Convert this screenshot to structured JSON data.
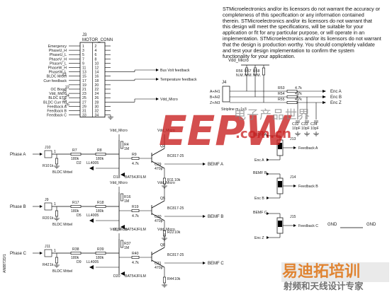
{
  "disclaimer": [
    "STMicroelectronics and/or its licensors do not warrant the accuracy or",
    "completeness of this specification or any information contained",
    "therein. STMicroelectronics and/or its licensors do not warrant that",
    "this design will meet the specifications, will be suitable for your",
    "application or fit for any particular purpose, or will operate in an",
    "implementation. STMicroelectronics and/or its licensors do not warrant",
    "that the design is production worthy. You should completely validate",
    "and test your design implementation to confirm the system",
    "functionality for your application."
  ],
  "connector_j3": {
    "ref": "J3",
    "name": "MOTOR_CONN",
    "left_labels": [
      "Emergency",
      "PhaseU_H",
      "PhaseU_L",
      "PhaseV_H",
      "PhaseV_L",
      "PhaseW_H",
      "PhaseW_L",
      "BLDC Mrbel",
      "Curr feedback",
      "",
      "OC Boost",
      "Vdd_Micro",
      "BLDC ETR",
      "BLDC Curr ref",
      "Feedback A",
      "Feedback B",
      "Feedback C"
    ],
    "pins_odd": [
      "1",
      "3",
      "5",
      "7",
      "9",
      "11",
      "13",
      "15",
      "17",
      "19",
      "21",
      "23",
      "25",
      "27",
      "29",
      "31",
      "33"
    ],
    "pins_even": [
      "2",
      "4",
      "6",
      "8",
      "10",
      "12",
      "14",
      "16",
      "18",
      "20",
      "22",
      "24",
      "26",
      "28",
      "30",
      "32",
      "34"
    ],
    "right_labels": [
      "Bus Volt feedback",
      "Temperature feedback",
      "Vdd_Micro"
    ],
    "side_refs": [
      "21",
      "22",
      "23",
      "24",
      "25",
      "26",
      "27",
      "28"
    ]
  },
  "j4_block": {
    "ref": "J4",
    "pins": [
      "A+/H1",
      "B+/H2",
      "Z+/H3"
    ],
    "name": "Stripline m. 1x3",
    "vdd": "Vdd_Micro",
    "pullups": [
      {
        "ref": "R56",
        "val": "N.M."
      },
      {
        "ref": "R57",
        "val": "N.M."
      },
      {
        "ref": "R58",
        "val": "N.M."
      }
    ],
    "series": [
      {
        "ref": "R53",
        "val": "4.7k"
      },
      {
        "ref": "R54",
        "val": "4.7k"
      },
      {
        "ref": "R55",
        "val": "4.7k"
      }
    ],
    "caps": [
      {
        "ref": "C32",
        "val": "10pF"
      },
      {
        "ref": "C33",
        "val": "10pF"
      },
      {
        "ref": "C34",
        "val": "10pF"
      }
    ],
    "outputs": [
      "Enc A",
      "Enc B",
      "Enc Z"
    ]
  },
  "phases": [
    {
      "label": "Phase A",
      "conn": "J10",
      "r_in": "R7",
      "r_in_val": "180k",
      "r_up": "R8",
      "r_up_val": "180k",
      "r_pd": "R10",
      "r_pd_val": "1k",
      "diode": "D2",
      "diode_val": "LL4005",
      "bldc": "BLDC Mrbel",
      "r_top": "R4",
      "r_top_val": "1M",
      "r_b": "R9",
      "r_b_val": "4.7k",
      "q": "Q2",
      "q_val": "BC817-25",
      "cap": "C29",
      "cap_val": "470p",
      "out_diode": "D18",
      "out_diode_val": "BAT54JFILM",
      "r_out": "R11",
      "r_out_val": "10k",
      "bemf": "BEMF A"
    },
    {
      "label": "Phase B",
      "conn": "J9",
      "r_in": "R17",
      "r_in_val": "180k",
      "r_up": "R18",
      "r_up_val": "180k",
      "r_pd": "R20",
      "r_pd_val": "1k",
      "diode": "D5",
      "diode_val": "LL4005",
      "bldc": "BLDC Mrbel",
      "r_top": "R16",
      "r_top_val": "1M",
      "r_b": "R19",
      "r_b_val": "4.7k",
      "q": "Q5",
      "q_val": "BC817-25",
      "cap": "C30",
      "cap_val": "470p",
      "out_diode": "D19",
      "out_diode_val": "BAT54JFILM",
      "r_out": "R22",
      "r_out_val": "10k",
      "bemf": "BEMF B"
    },
    {
      "label": "Phase C",
      "conn": "J11",
      "r_in": "R38",
      "r_in_val": "180k",
      "r_up": "R39",
      "r_up_val": "180k",
      "r_pd": "R42",
      "r_pd_val": "1k",
      "diode": "D9",
      "diode_val": "LL4005",
      "bldc": "BLDC Mrbel",
      "r_top": "R37",
      "r_top_val": "1M",
      "r_b": "R40",
      "r_b_val": "4.7k",
      "q": "Q8",
      "q_val": "BC817-25",
      "cap": "C31",
      "cap_val": "470p",
      "out_diode": "D20",
      "out_diode_val": "BAT54JFILM",
      "r_out": "R44",
      "r_out_val": "10k",
      "bemf": "BEMF C"
    }
  ],
  "vdd_label": "Vdd_Micro",
  "feedback": [
    {
      "ref": "J13",
      "top": "BEMF A",
      "bottom": "Enc A",
      "out": "Feedback A"
    },
    {
      "ref": "J14",
      "top": "BEMF B",
      "bottom": "Enc B",
      "out": "Feedback B"
    },
    {
      "ref": "J15",
      "top": "BEMF C",
      "bottom": "Enc Z",
      "out": "Feedback C"
    }
  ],
  "gnd": [
    "GND",
    "GND"
  ],
  "side_code": "AN8872D/1",
  "watermark_top": {
    "brand": "EEPW",
    "cn": "电子产品世界",
    "url": ".com.cn"
  },
  "watermark_bottom": {
    "cn": "易迪拓培训",
    "sub": "射频和天线设计专家"
  }
}
